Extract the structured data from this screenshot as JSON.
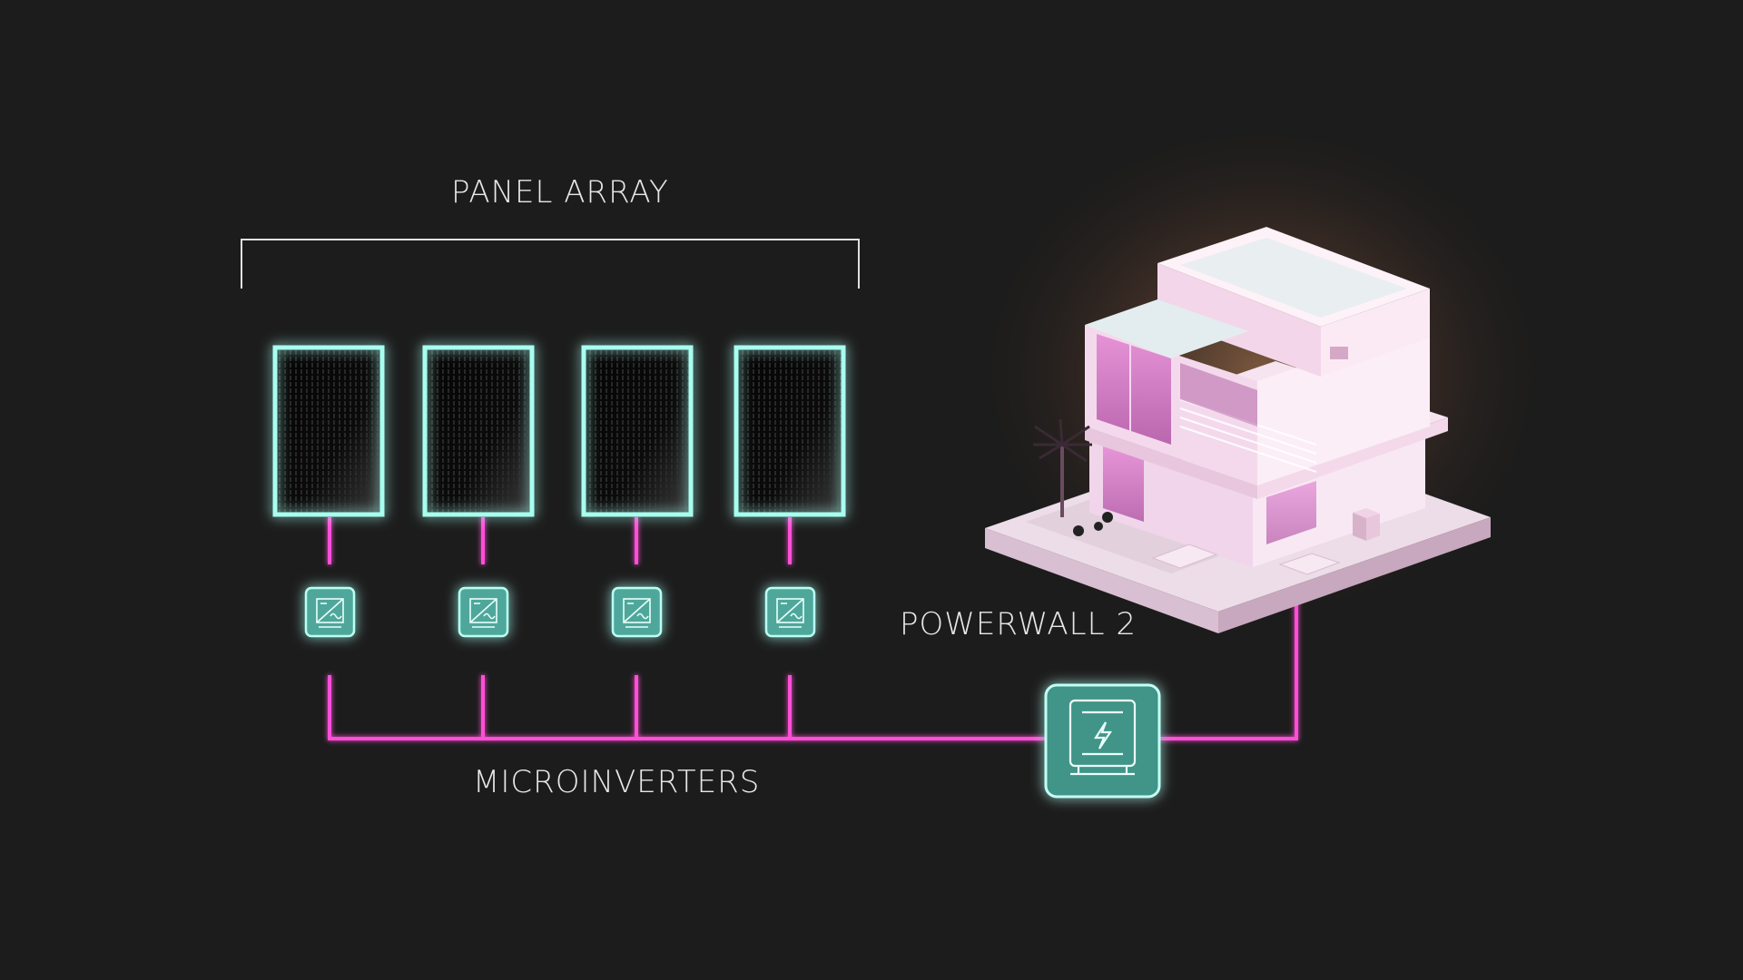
{
  "labels": {
    "panel_array": "PANEL ARRAY",
    "microinverters": "MICROINVERTERS",
    "powerwall": "POWERWALL 2"
  },
  "colors": {
    "background": "#1c1c1c",
    "panel_glow": "#7fe6d8",
    "wire": "#ff4fd8",
    "label_text": "#e8e8e8",
    "bracket": "#e0e0e0",
    "house_glow": "#c88a5a"
  },
  "icons": {
    "panel": "solar-panel-icon",
    "microinverter": "microinverter-icon",
    "powerwall": "battery-lightning-icon",
    "house": "house-illustration"
  },
  "panels": [
    {
      "id": "panel-1"
    },
    {
      "id": "panel-2"
    },
    {
      "id": "panel-3"
    },
    {
      "id": "panel-4"
    }
  ]
}
